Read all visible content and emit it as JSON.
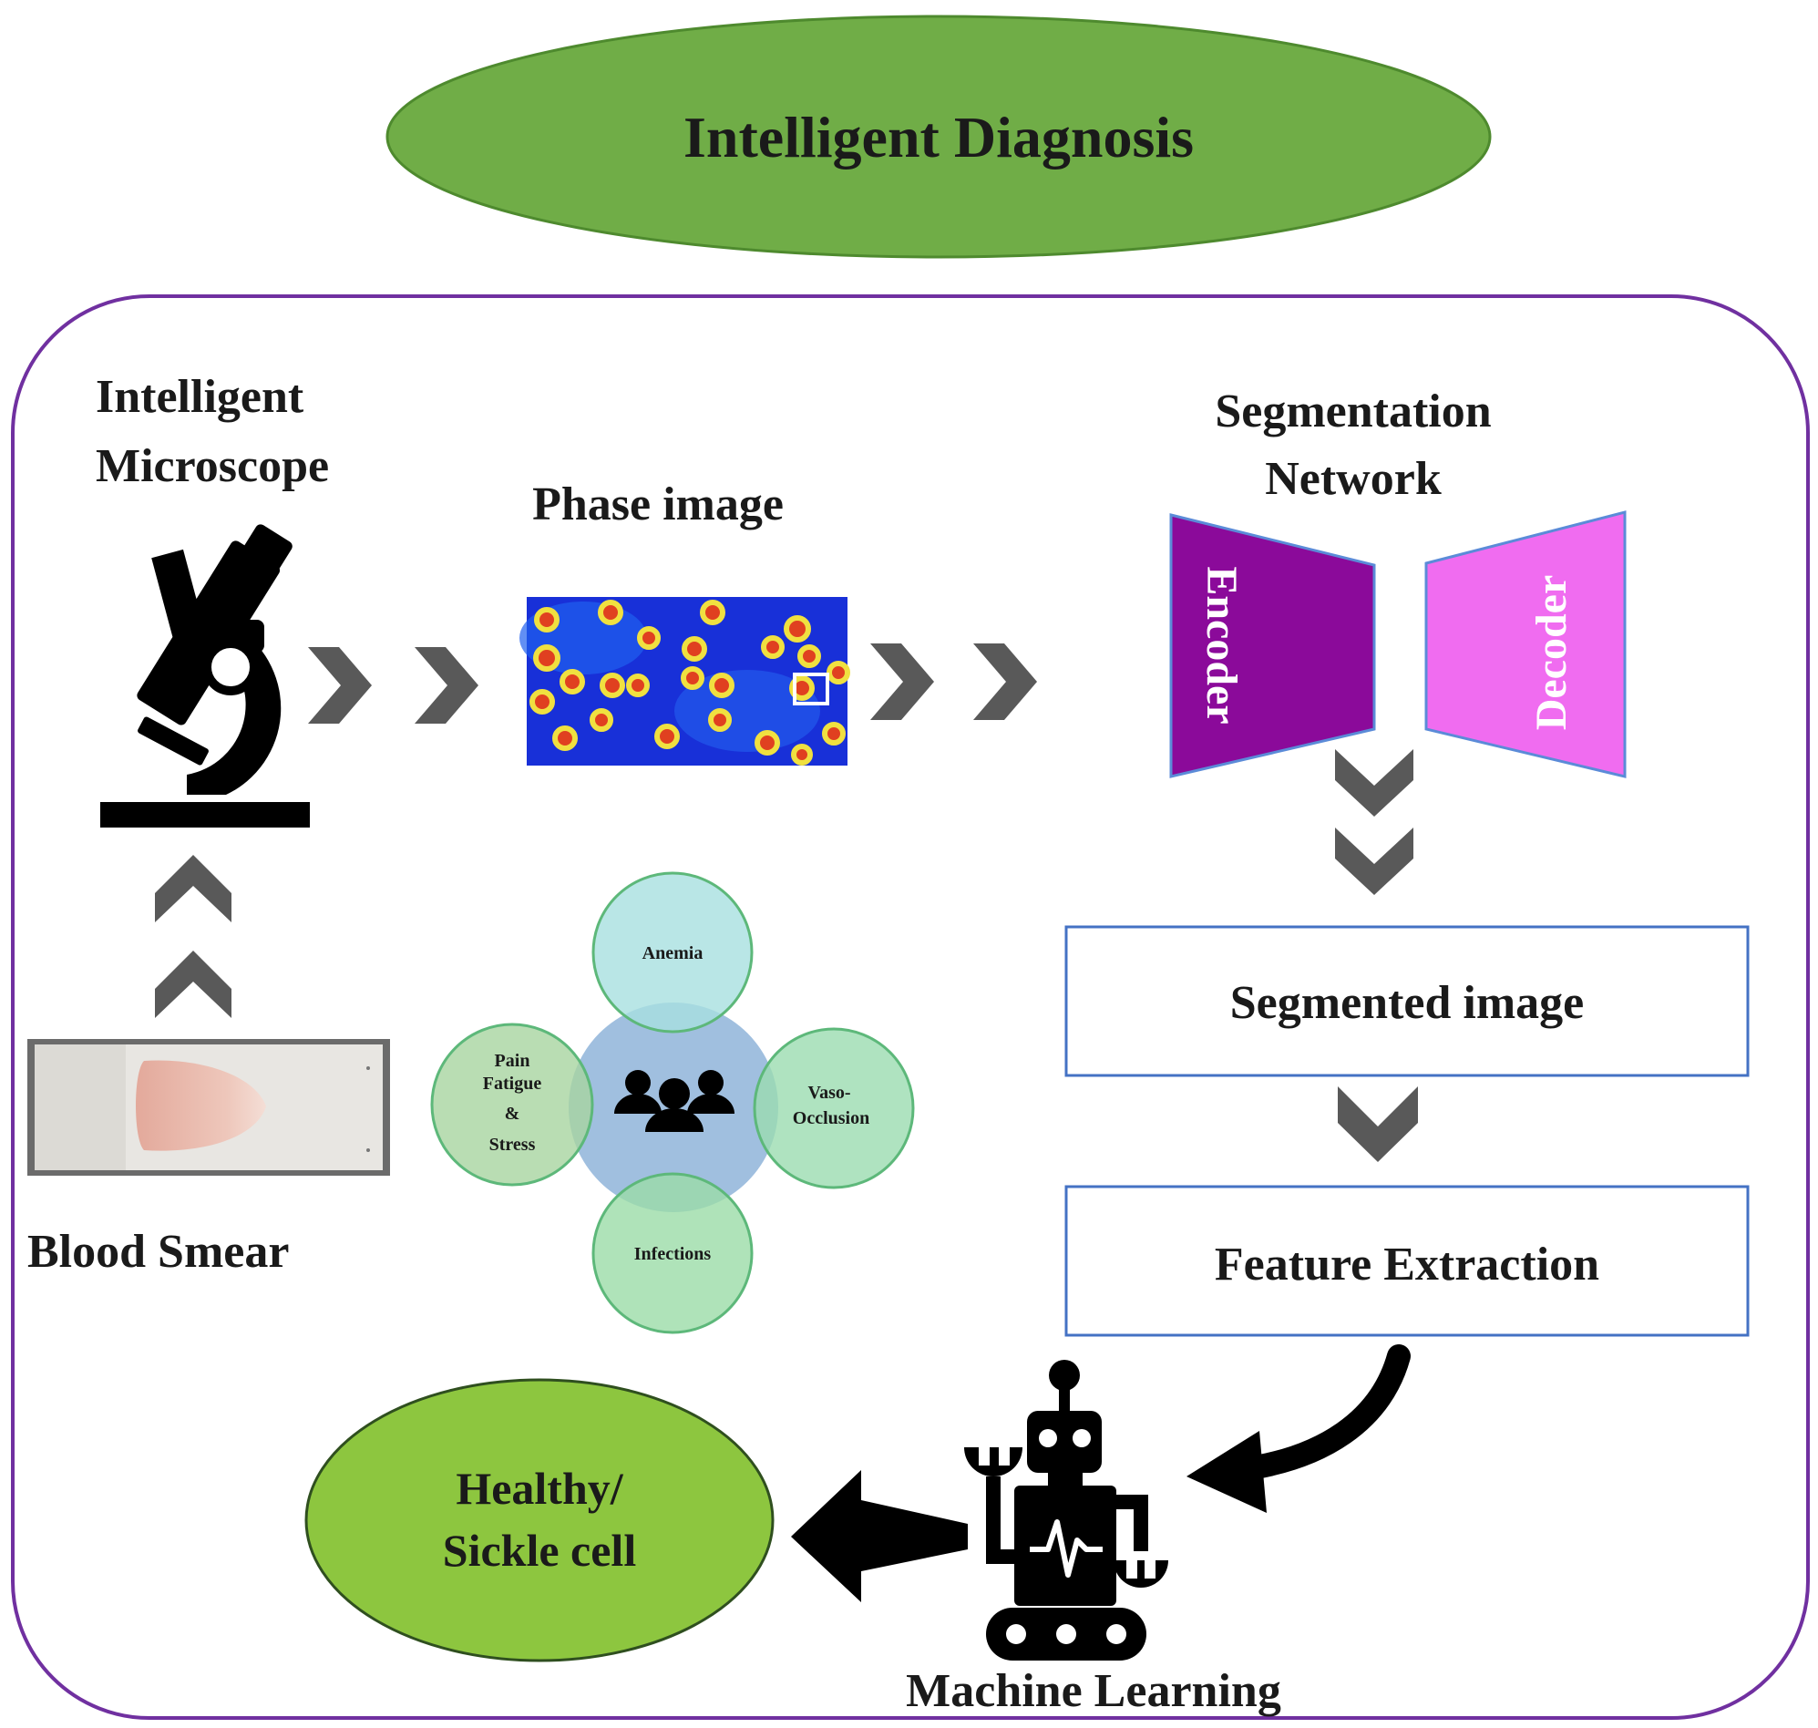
{
  "title": "Intelligent Diagnosis",
  "microscope": {
    "label_line1": "Intelligent",
    "label_line2": "Microscope"
  },
  "phase_image": {
    "label": "Phase image"
  },
  "segmentation": {
    "label_line1": "Segmentation",
    "label_line2": "Network",
    "encoder": "Encoder",
    "decoder": "Decoder"
  },
  "blood_smear": {
    "label": "Blood Smear"
  },
  "symptoms": {
    "top": "Anemia",
    "left_line1": "Pain",
    "left_line2": "Fatigue",
    "left_line3": "&",
    "left_line4": "Stress",
    "right_line1": "Vaso-",
    "right_line2": "Occlusion",
    "bottom": "Infections"
  },
  "segmented_image": {
    "label": "Segmented image"
  },
  "feature_extraction": {
    "label": "Feature Extraction"
  },
  "machine_learning": {
    "label": "Machine Learning"
  },
  "result": {
    "line1": "Healthy/",
    "line2": "Sickle cell"
  },
  "colors": {
    "title_ellipse": "#70AD47",
    "result_ellipse": "#8DC63F",
    "panel_border": "#7030A0",
    "encoder": "#8B0A9A",
    "decoder": "#F06CF0",
    "box_border": "#4472C4",
    "chevron": "#595959",
    "circle_teal": "#A8E0E0",
    "circle_green": "#9BDCA8",
    "center_circle": "#8FB4D9"
  },
  "icons": [
    "microscope-icon",
    "people-icon",
    "robot-icon",
    "chevron-right-icon",
    "chevron-up-icon",
    "chevron-down-icon",
    "curved-arrow-icon",
    "left-arrow-icon"
  ]
}
